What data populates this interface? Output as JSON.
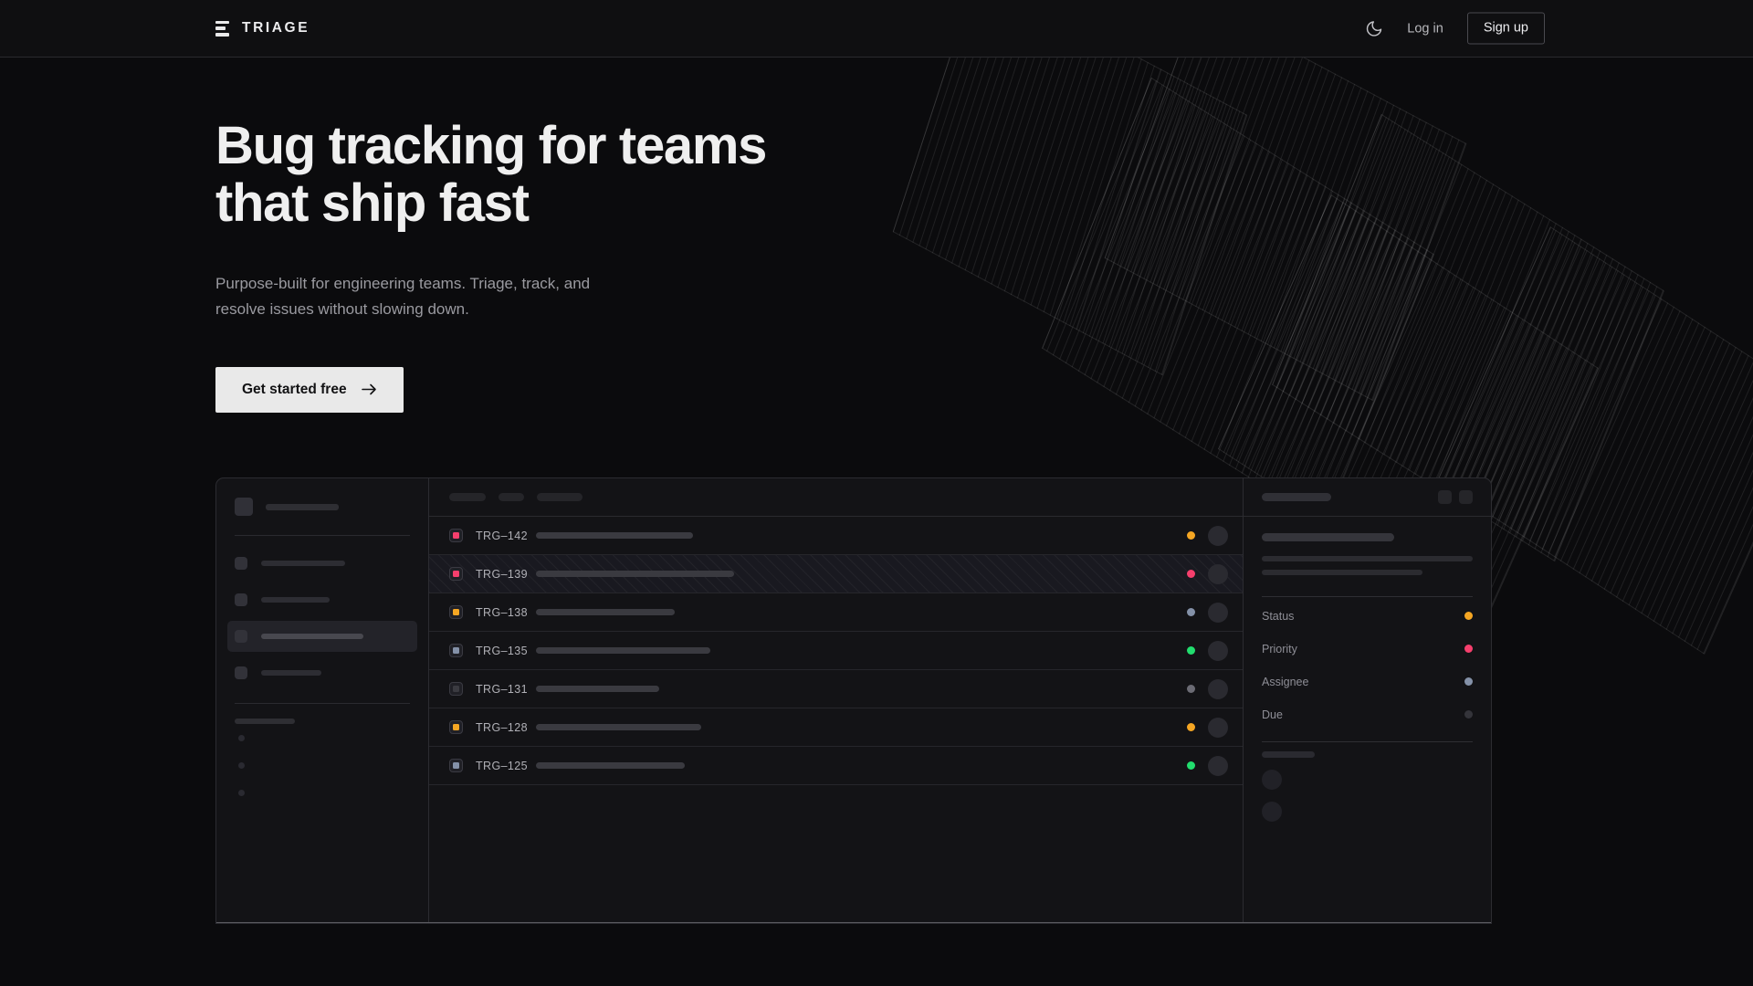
{
  "header": {
    "brand_name": "TRIAGE",
    "logo_icon": "stacked-bars-icon",
    "theme_toggle_icon": "moon-icon",
    "login_label": "Log in",
    "signup_label": "Sign up"
  },
  "hero": {
    "headline": "Bug tracking for teams\nthat ship fast",
    "subhead": "Purpose-built for engineering teams. Triage, track, and\nresolve issues without slowing down.",
    "cta_label": "Get started free",
    "cta_icon": "arrow-right-icon"
  },
  "colors": {
    "page_bg": "#0b0b0d",
    "header_bg": "#0f0f11",
    "panel_bg": "#131316",
    "border": "#2c2c31",
    "text_primary": "#efefef",
    "text_muted": "#9a9aa0",
    "accent_button": "#e9e9e9",
    "status_orange": "#f5a623",
    "status_pink": "#f63f6d",
    "status_green": "#22dd6e",
    "status_slate": "#8491a8",
    "status_gray": "#3a3a40"
  },
  "mockup": {
    "sidebar": {
      "nav_items": [
        {
          "width": 92,
          "active": false
        },
        {
          "width": 75,
          "active": false
        },
        {
          "width": 112,
          "active": true
        },
        {
          "width": 66,
          "active": false
        }
      ],
      "section_label_width": 66,
      "sub_item_count": 3
    },
    "list": {
      "toolbar_chips": [
        40,
        28,
        50
      ],
      "columns": [
        "priority",
        "id",
        "title",
        "status",
        "assignee"
      ],
      "rows": [
        {
          "id": "TRG–142",
          "priority_color": "#f63f6d",
          "title_width": 172,
          "status_color": "#f5a623",
          "selected": false
        },
        {
          "id": "TRG–139",
          "priority_color": "#f63f6d",
          "title_width": 217,
          "status_color": "#f63f6d",
          "selected": true
        },
        {
          "id": "TRG–138",
          "priority_color": "#f5a623",
          "title_width": 152,
          "status_color": "#8491a8",
          "selected": false
        },
        {
          "id": "TRG–135",
          "priority_color": "#8491a8",
          "title_width": 191,
          "status_color": "#22dd6e",
          "selected": false
        },
        {
          "id": "TRG–131",
          "priority_color": "#3a3a40",
          "title_width": 135,
          "status_color": "#6b6b74",
          "selected": false
        },
        {
          "id": "TRG–128",
          "priority_color": "#f5a623",
          "title_width": 181,
          "status_color": "#f5a623",
          "selected": false
        },
        {
          "id": "TRG–125",
          "priority_color": "#8491a8",
          "title_width": 163,
          "status_color": "#22dd6e",
          "selected": false
        }
      ]
    },
    "detail": {
      "header_skeleton_width": 76,
      "header_buttons": 2,
      "meta": [
        {
          "label": "Status",
          "color": "#f5a623"
        },
        {
          "label": "Priority",
          "color": "#f63f6d"
        },
        {
          "label": "Assignee",
          "color": "#8491a8"
        },
        {
          "label": "Due",
          "color": "#34343a"
        }
      ],
      "footer_avatars": 2
    }
  }
}
